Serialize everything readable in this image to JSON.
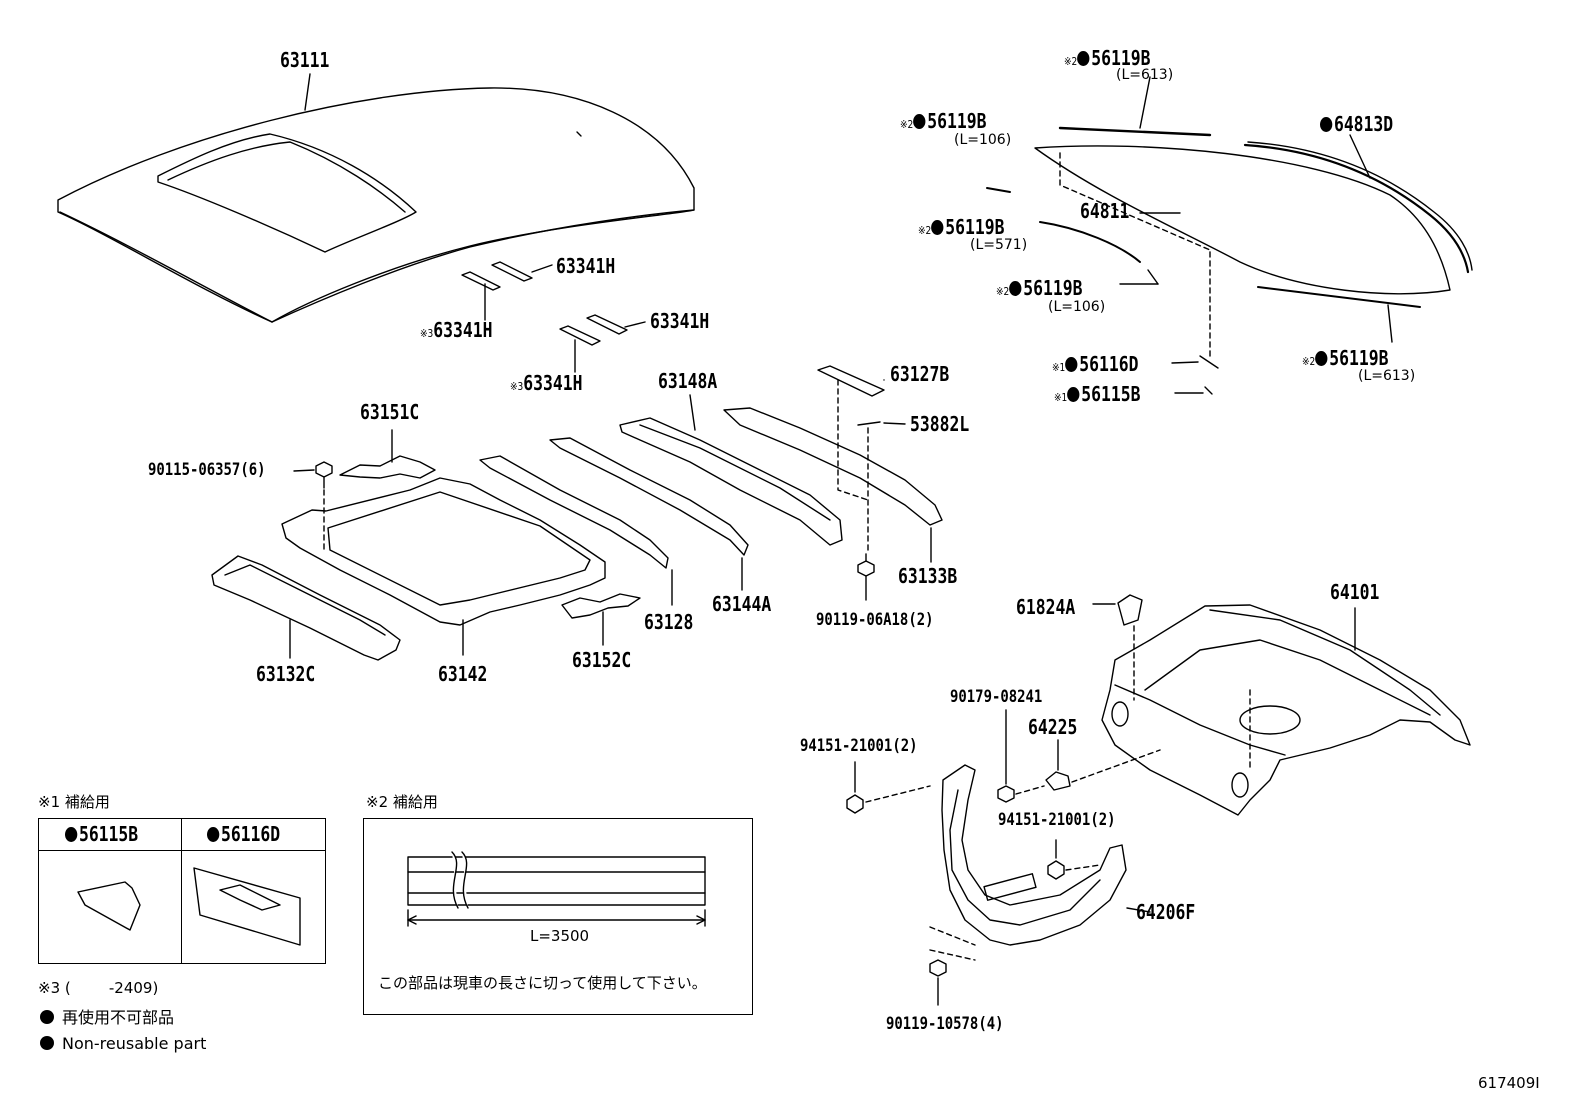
{
  "labels": {
    "p63111": "63111",
    "p63341h_a": "63341H",
    "p63341h_b": "63341H",
    "p63341h_c": "63341H",
    "p63341h_d": "63341H",
    "p63151c": "63151C",
    "p63148a": "63148A",
    "p63127b": "63127B",
    "p53882l": "53882L",
    "p90115": "90115-06357(6)",
    "p63133b": "63133B",
    "p63128": "63128",
    "p63144a": "63144A",
    "p90119_06a18": "90119-06A18(2)",
    "p63132c": "63132C",
    "p63142": "63142",
    "p63152c": "63152C",
    "p56119b_top": "56119B",
    "p56119b_top_len": "(L=613)",
    "p56119b_l1": "56119B",
    "p56119b_l1_len": "(L=106)",
    "p64813d": "64813D",
    "p64811": "64811",
    "p56119b_l2": "56119B",
    "p56119b_l2_len": "(L=571)",
    "p56119b_l3": "56119B",
    "p56119b_l3_len": "(L=106)",
    "p56119b_r": "56119B",
    "p56119b_r_len": "(L=613)",
    "p56116d": "56116D",
    "p56115b": "56115B",
    "p61824a": "61824A",
    "p64101": "64101",
    "p90179": "90179-08241",
    "p64225": "64225",
    "p94151_a": "94151-21001(2)",
    "p94151_b": "94151-21001(2)",
    "p64206f": "64206F",
    "p90119_10578": "90119-10578(4)"
  },
  "marks": {
    "m1": "※1",
    "m2": "※2",
    "m3": "※3"
  },
  "notes": {
    "n1_title": "※1 補給用",
    "n1_col1": "56115B",
    "n1_col2": "56116D",
    "n2_title": "※2 補給用",
    "n2_length": "L=3500",
    "n2_text": "この部品は現車の長さに切って使用して下さい。",
    "n3": "※3 (        -2409)",
    "legend_jp": "再使用不可部品",
    "legend_en": "Non-reusable part",
    "diagram_id": "617409I"
  }
}
